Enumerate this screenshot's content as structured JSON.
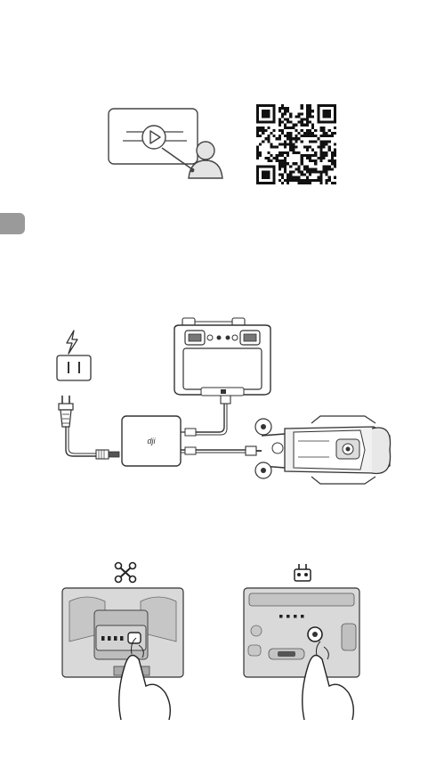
{
  "page": {
    "side_tab_color": "#9a9a9a",
    "line_color": "#333333"
  },
  "illustrations": {
    "tutorial": {
      "icon": "video-tutorial-icon"
    },
    "qr": {
      "icon": "qr-code"
    },
    "charging": {
      "power_icon": "lightning-icon",
      "outlet_icon": "power-outlet-icon",
      "charger_logo": "dji",
      "drone_icon": "drone-icon",
      "remote_icon": "remote-controller-icon"
    },
    "power_on": {
      "aircraft_symbol": "drone-icon",
      "controller_symbol": "remote-controller-icon",
      "battery_leds": 4,
      "controller_leds": 4
    }
  }
}
